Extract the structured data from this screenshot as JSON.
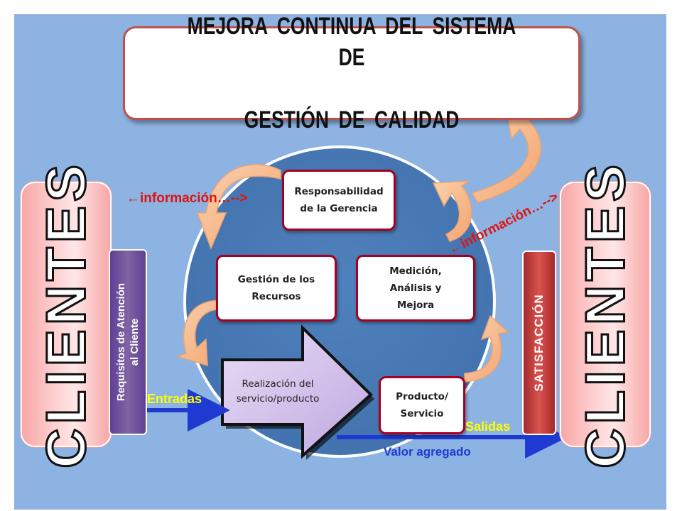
{
  "title": {
    "line1": "MEJORA  CONTINUA  DEL  SISTEMA  DE",
    "line2": "GESTIÓN  DE  CALIDAD"
  },
  "clients": {
    "left": "CLIENTES",
    "right": "CLIENTES"
  },
  "requirements_label": "Requisitos de Atención\nal Cliente",
  "satisfaction_label": "SATISFACCIÓN",
  "nodes": {
    "management": "Responsabilidad\nde la  Gerencia",
    "resources": "Gestión  de los\nRecursos",
    "measurement": "Medición,\nAnálisis y\nMejora",
    "realization": "Realización  del\nservicio/producto",
    "product": "Producto/\nServicio"
  },
  "information_left": "←información…-->",
  "information_right": "←información…-->",
  "inputs_label": "Entradas",
  "outputs_label": "Salidas",
  "value_added_label": "Valor agregado",
  "colors": {
    "background": "#8db3e2",
    "circle": "#4f81bd",
    "node_border": "#a50021",
    "info_text": "#e0140f",
    "arrow_blue": "#1f3ad1",
    "curved_arrow": "#f8b98a"
  }
}
